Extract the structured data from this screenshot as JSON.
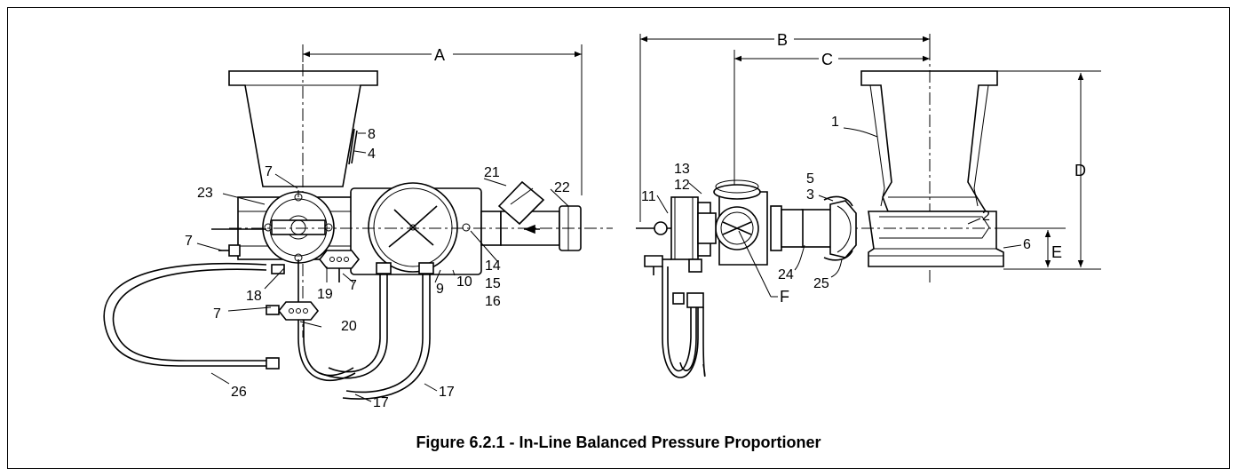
{
  "figure": {
    "caption": "Figure 6.2.1 - In-Line Balanced Pressure Proportioner"
  },
  "dimensions": {
    "A": "A",
    "B": "B",
    "C": "C",
    "D": "D",
    "E": "E",
    "F": "F"
  },
  "left_view_callouts": {
    "c8": "8",
    "c4": "4",
    "c7a": "7",
    "c23": "23",
    "c7b": "7",
    "c21": "21",
    "c22": "22",
    "c14": "14",
    "c15": "15",
    "c16": "16",
    "c10": "10",
    "c9": "9",
    "c7c": "7",
    "c19": "19",
    "c18": "18",
    "c7d": "7",
    "c20": "20",
    "c26": "26",
    "c17a": "17",
    "c17b": "17"
  },
  "right_view_callouts": {
    "c13": "13",
    "c12": "12",
    "c11": "11",
    "c1": "1",
    "c5": "5",
    "c3": "3",
    "c2": "2",
    "c6": "6",
    "c24": "24",
    "c25": "25"
  }
}
